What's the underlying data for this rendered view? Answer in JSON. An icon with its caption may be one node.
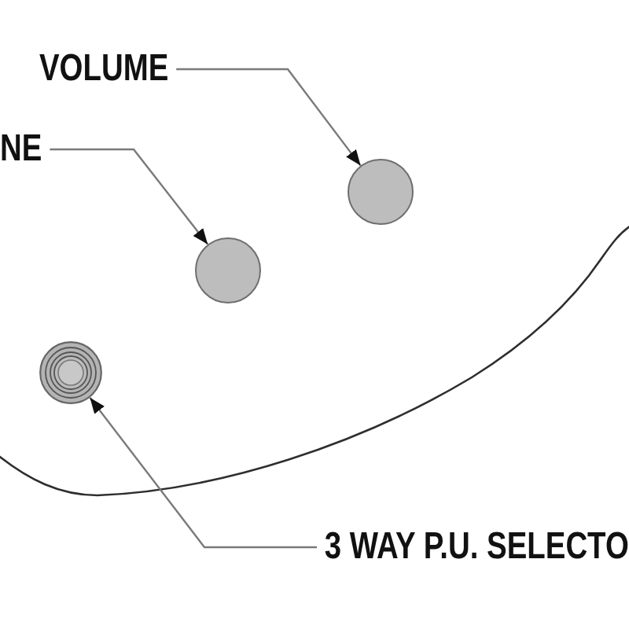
{
  "diagram": {
    "nodes": [
      {
        "text": [
          "VOLUME"
        ]
      },
      {
        "text": [],
        "shape": "circle"
      },
      {
        "text": [
          "NE"
        ]
      },
      {
        "text": [],
        "shape": "circle"
      },
      {
        "text": [],
        "shape": "circle"
      },
      {
        "text": [
          "3 WAY P.U. SELECTO"
        ]
      }
    ],
    "edges": [
      {
        "from": 0,
        "to": 1,
        "arrow": "to"
      },
      {
        "from": 2,
        "to": 3,
        "arrow": "to"
      },
      {
        "from": 5,
        "to": 4,
        "arrow": "to"
      }
    ]
  }
}
